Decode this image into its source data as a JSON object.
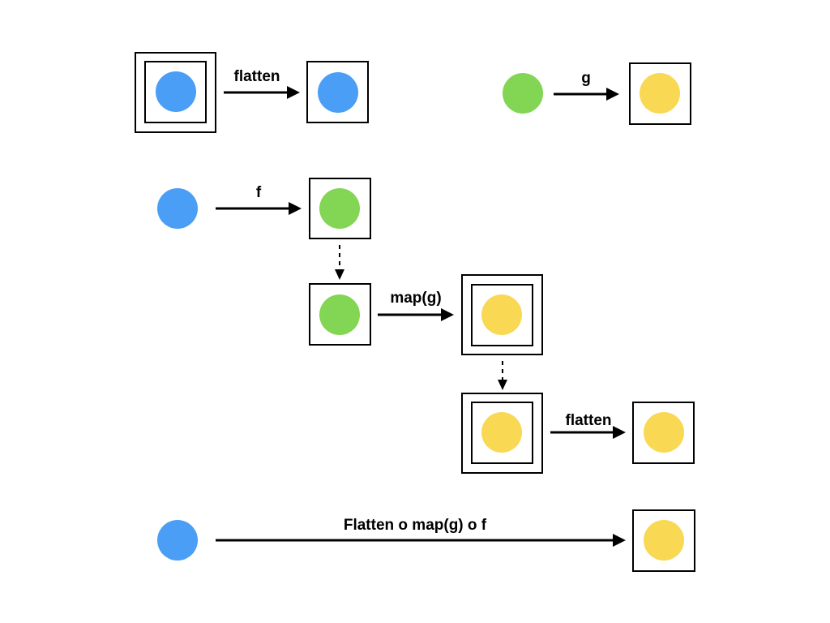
{
  "colors": {
    "blue": "#4A9EF5",
    "green": "#82D653",
    "yellow": "#F9D854",
    "stroke": "#000000"
  },
  "labels": {
    "flatten_top": "flatten",
    "g": "g",
    "f": "f",
    "map_g": "map(g)",
    "flatten_bottom": "flatten",
    "composition": "Flatten o map(g) o f"
  }
}
